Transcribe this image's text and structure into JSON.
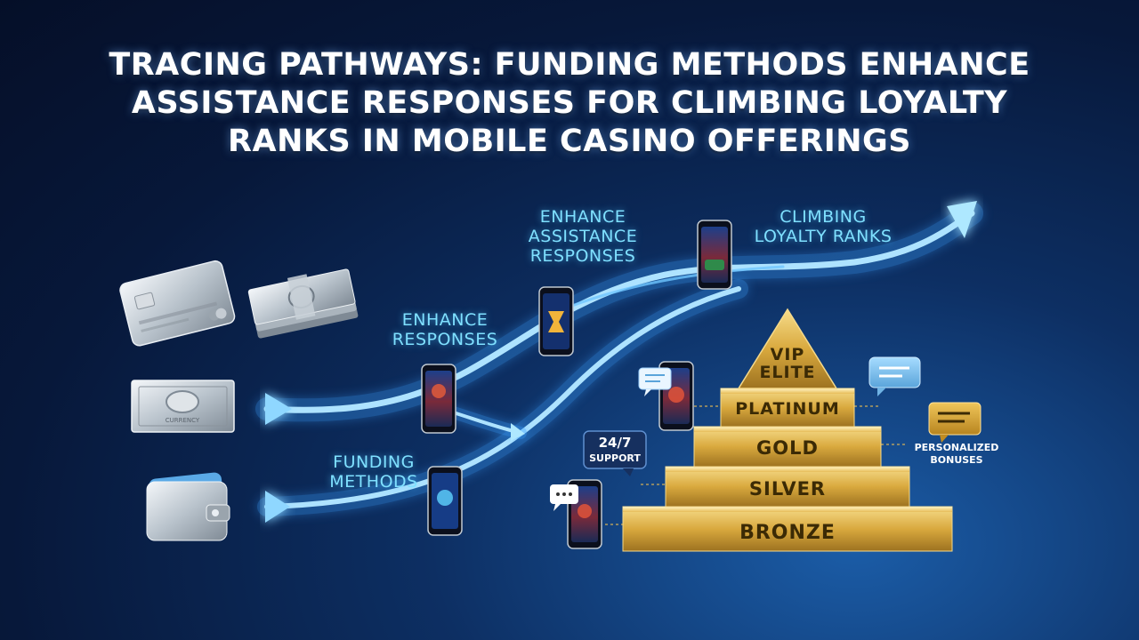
{
  "title": "TRACING PATHWAYS: FUNDING METHODS ENHANCE ASSISTANCE RESPONSES FOR CLIMBING LOYALTY RANKS IN MOBILE CASINO OFFERINGS",
  "labels": {
    "funding": [
      "FUNDING",
      "METHODS"
    ],
    "enhance_responses": [
      "ENHANCE",
      "RESPONSES"
    ],
    "enhance_assistance": [
      "ENHANCE",
      "ASSISTANCE",
      "RESPONSES"
    ],
    "climbing": [
      "CLIMBING",
      "LOYALTY RANKS"
    ]
  },
  "tiers": {
    "vip": [
      "VIP",
      "ELITE"
    ],
    "platinum": "PLATINUM",
    "gold": "GOLD",
    "silver": "SILVER",
    "bronze": "BRONZE"
  },
  "support": [
    "24/7",
    "SUPPORT"
  ],
  "bonuses": [
    "PERSONALIZED",
    "BONUSES"
  ],
  "banknote_text": "CURRENCY",
  "icons": [
    "credit-card-icon",
    "cash-stack-icon",
    "banknote-icon",
    "wallet-icon",
    "smartphone-icon",
    "chat-bubble-icon",
    "arrow-icon"
  ],
  "colors": {
    "glow": "#5fc8ff",
    "gold": "#e0b54a",
    "label": "#7fe0ff",
    "chat": "#7ec3ee"
  }
}
